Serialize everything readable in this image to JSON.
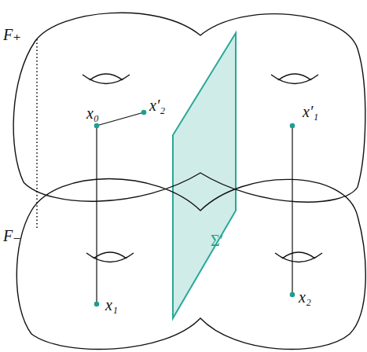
{
  "diagram": {
    "labels": [
      "F₊",
      "F₋",
      "x₀",
      "x′₂",
      "x′₁",
      "x₁",
      "x₂",
      "Σ′"
    ]
  }
}
